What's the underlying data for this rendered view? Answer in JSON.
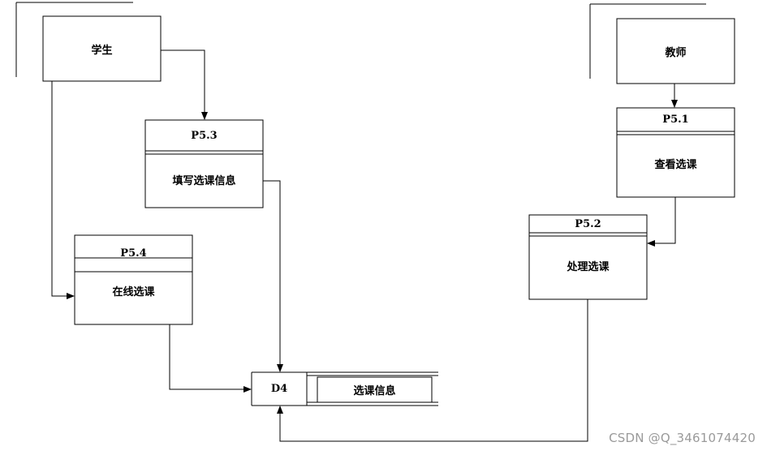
{
  "entities": {
    "student": "学生",
    "teacher": "教师"
  },
  "processes": {
    "p51": {
      "id": "P5.1",
      "name": "查看选课"
    },
    "p52": {
      "id": "P5.2",
      "name": "处理选课"
    },
    "p53": {
      "id": "P5.3",
      "name": "填写选课信息"
    },
    "p54": {
      "id": "P5.4",
      "name": "在线选课"
    }
  },
  "datastore": {
    "id": "D4",
    "name": "选课信息"
  },
  "watermark": "CSDN @Q_3461074420",
  "colors": {
    "stroke": "#000000",
    "background": "#ffffff",
    "watermark": "#9a9a9a"
  }
}
